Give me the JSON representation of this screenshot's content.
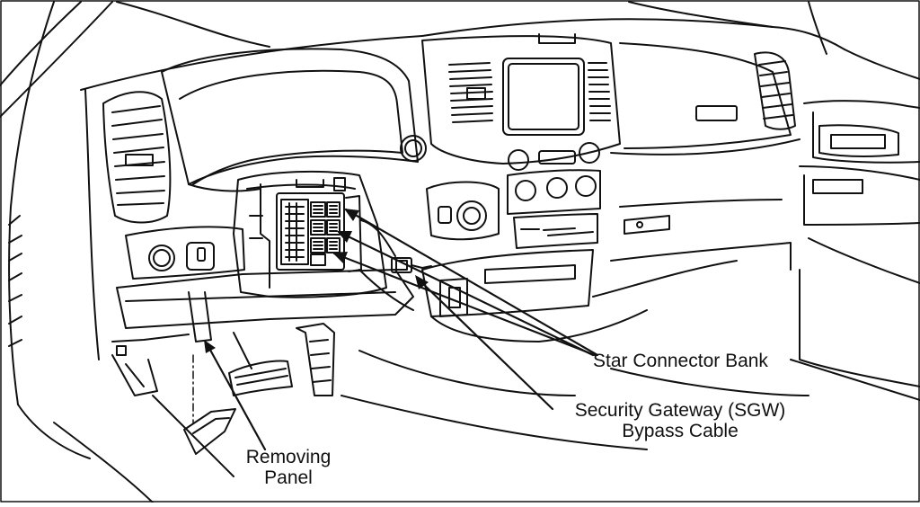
{
  "labels": {
    "star_connector_bank": "Star Connector Bank",
    "sgw_line1": "Security Gateway (SGW)",
    "sgw_line2": "Bypass Cable",
    "panel_line1": "Removing",
    "panel_line2": "Panel"
  },
  "colors": {
    "line": "#111111",
    "background": "#ffffff"
  }
}
